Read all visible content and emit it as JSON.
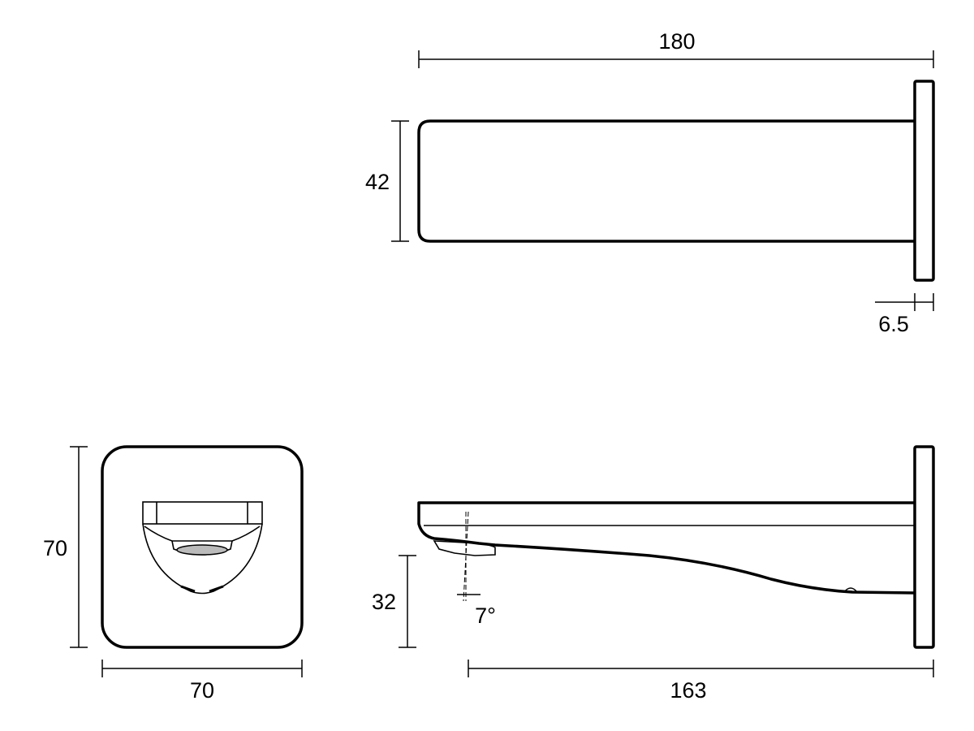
{
  "dimensions": {
    "top_length": "180",
    "top_height": "42",
    "flange_thickness": "6.5",
    "front_height": "70",
    "front_width": "70",
    "spout_outlet_height": "32",
    "spout_projection": "163",
    "outlet_angle": "7°"
  }
}
